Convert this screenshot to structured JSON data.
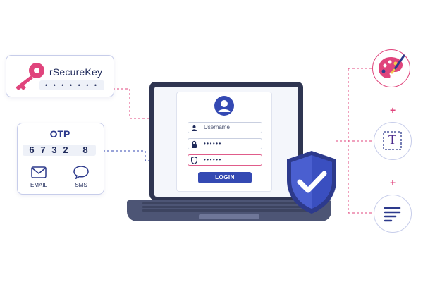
{
  "brand": "rSecureKey",
  "key_mask": "• • • • • • •",
  "otp": {
    "title": "OTP",
    "digits": [
      "6",
      "7",
      "3",
      "2",
      "",
      "8"
    ],
    "options": [
      {
        "label": "EMAIL",
        "icon": "envelope-icon"
      },
      {
        "label": "SMS",
        "icon": "chat-bubble-icon"
      }
    ]
  },
  "login": {
    "username_placeholder": "Username",
    "password_mask": "••••••",
    "otp_mask": "••••••",
    "button_label": "LOGIN"
  },
  "apps": [
    {
      "name": "palette-app",
      "icon": "palette-icon"
    },
    {
      "name": "text-app",
      "icon": "text-t-icon",
      "glyph": "T"
    },
    {
      "name": "docs-app",
      "icon": "lines-icon"
    }
  ],
  "colors": {
    "navy": "#2d3a8c",
    "blue": "#3449b3",
    "pink": "#e0447c",
    "card_border": "#c7cdea",
    "dash": "#e0447c"
  }
}
